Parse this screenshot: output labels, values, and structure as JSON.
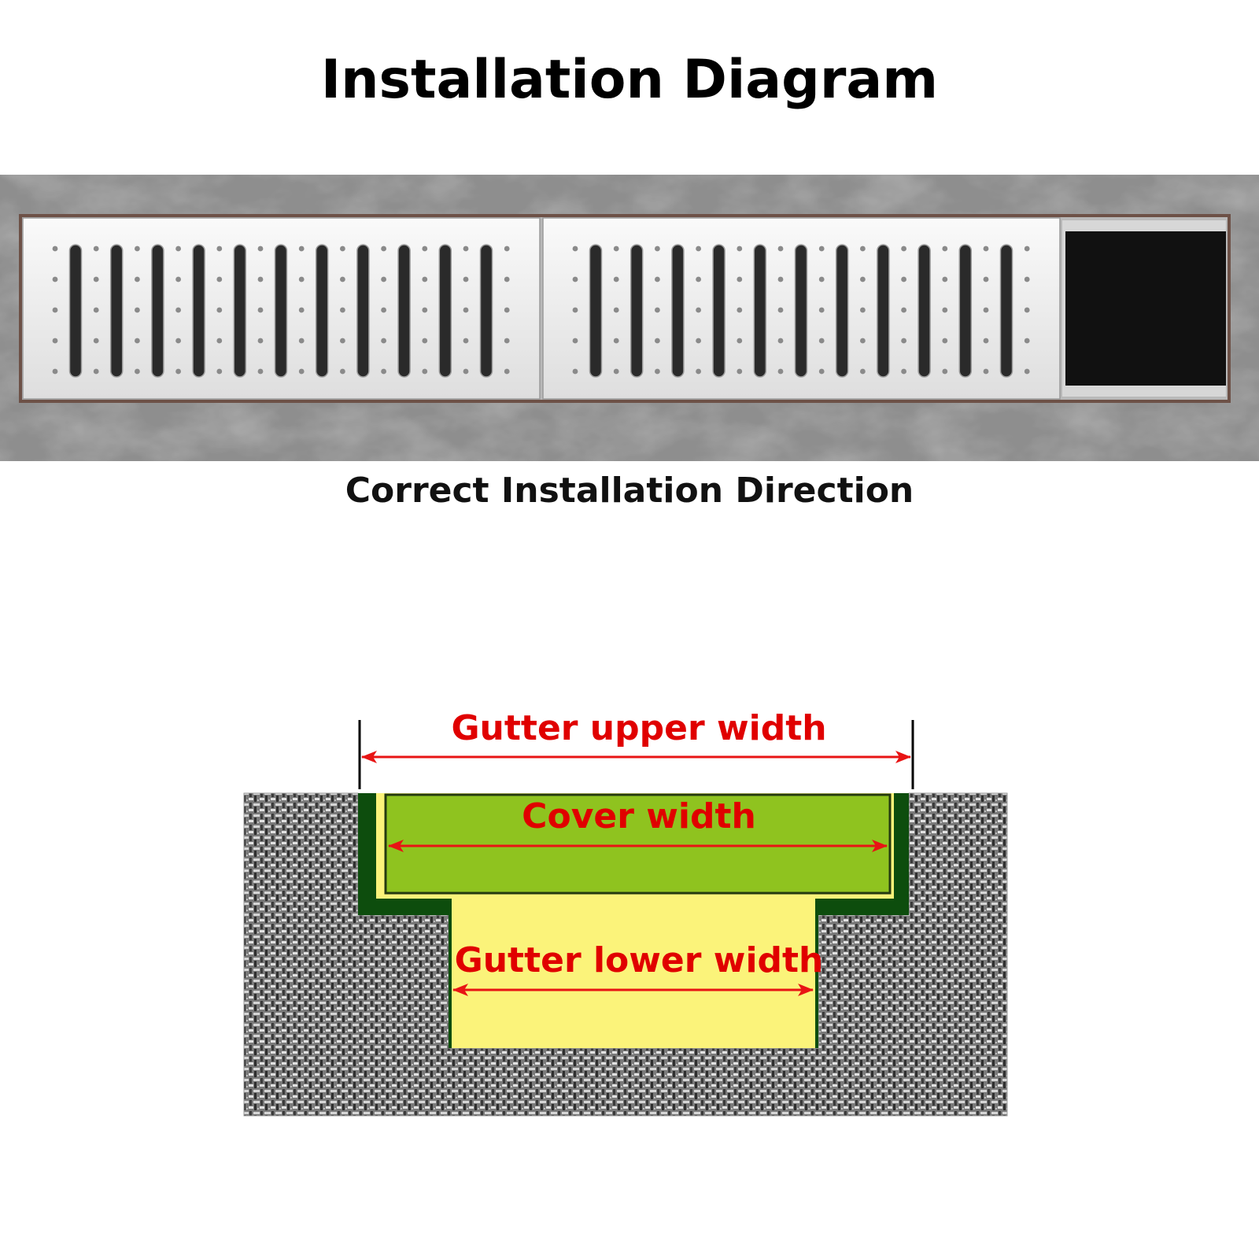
{
  "header": {
    "title": "Installation Diagram"
  },
  "photo": {
    "caption": "Correct Installation Direction",
    "grate_count": 2
  },
  "section": {
    "labels": {
      "upper": "Gutter upper width",
      "cover": "Cover width",
      "lower": "Gutter lower width"
    }
  },
  "colors": {
    "label": "#e00000",
    "arrow": "#e81414",
    "cover": "#8fc31f",
    "channel": "#fbf37a",
    "frame": "#0d4d0d",
    "grate": "#f1f1f1",
    "slot": "#2a2a2a",
    "concrete": "#8c8c8c"
  },
  "icons": {
    "dimension_arrows": "double-arrow-icon",
    "grate_slots": "slot-icon"
  }
}
